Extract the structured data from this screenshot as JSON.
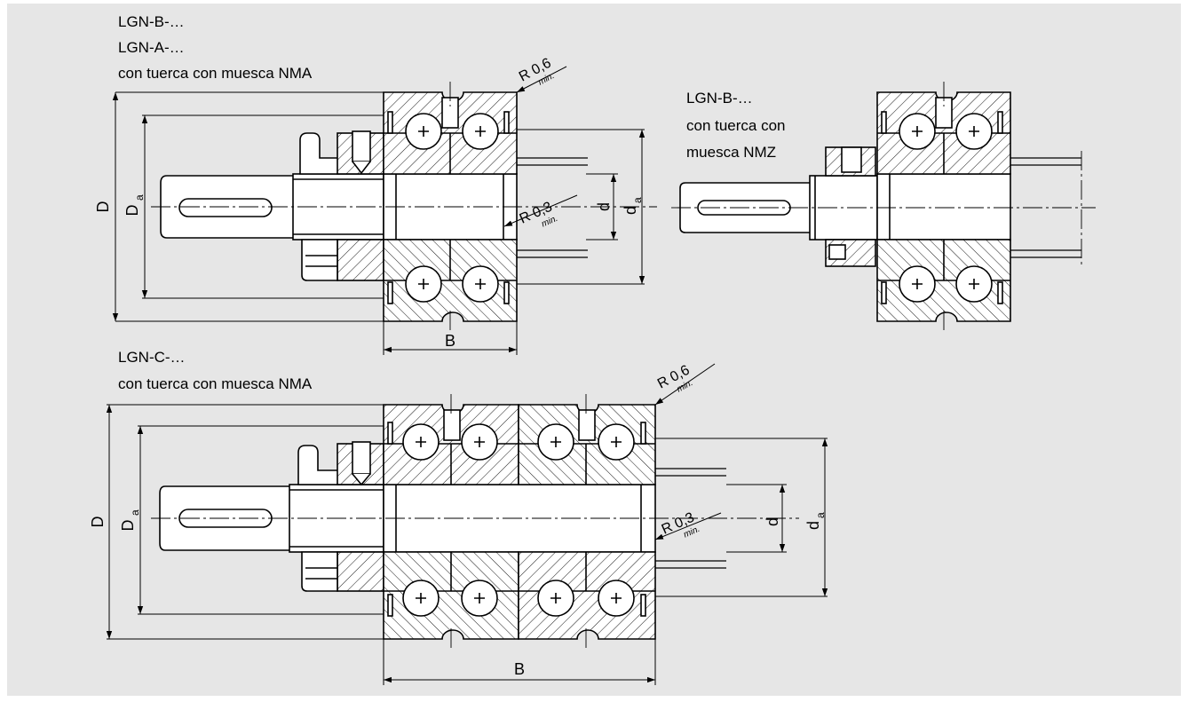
{
  "colors": {
    "background": "#e6e6e6",
    "frame": "#ffffff",
    "line": "#000000",
    "paper": "#ffffff"
  },
  "views": {
    "top_left": {
      "captions": [
        "LGN-B-…",
        "LGN-A-…",
        "con tuerca con muesca NMA"
      ],
      "dims": {
        "D": "D",
        "Da_main": "D",
        "Da_sub": "a",
        "d": "d",
        "da_main": "d",
        "da_sub": "a",
        "B": "B"
      },
      "radius_outer": {
        "value": "R 0,6",
        "note": "min."
      },
      "radius_inner": {
        "value": "R 0,3",
        "note": "min."
      }
    },
    "top_right": {
      "captions": [
        "LGN-B-…",
        "con tuerca con",
        "muesca NMZ"
      ]
    },
    "bottom": {
      "captions": [
        "LGN-C-…",
        "con tuerca con muesca NMA"
      ],
      "dims": {
        "D": "D",
        "Da_main": "D",
        "Da_sub": "a",
        "d": "d",
        "da_main": "d",
        "da_sub": "a",
        "B": "B"
      },
      "radius_outer": {
        "value": "R 0,6",
        "note": "min."
      },
      "radius_inner": {
        "value": "R 0,3",
        "note": "min."
      }
    }
  }
}
